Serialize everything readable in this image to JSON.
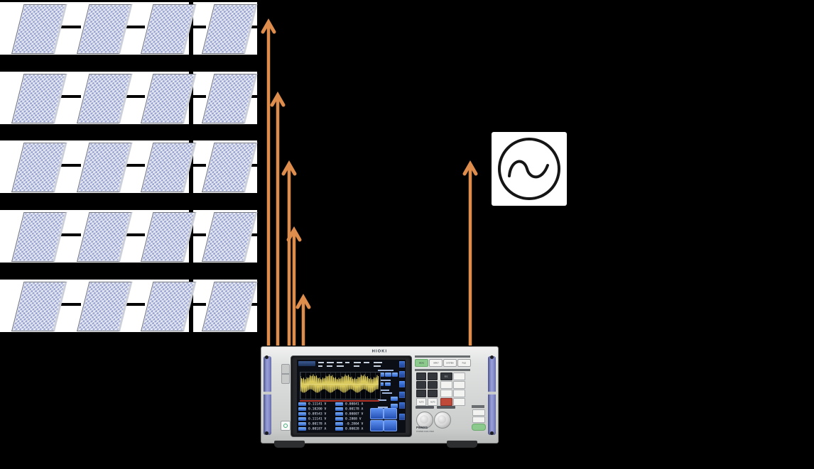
{
  "colors": {
    "background": "#000000",
    "arrow_orange": "#DF8D4D",
    "panel_fill": "#A9B2D9",
    "connection_wire": "#000000",
    "string_box": "#FFFFFF",
    "chassis_gray": "#D7D9D8",
    "rail_blue": "#8087C8",
    "waveform_yellow": "#D9C85C",
    "screen_chip_blue": "#4A7FE0",
    "meas_button_green": "#8CC98C"
  },
  "pv_array": {
    "rows": 5,
    "panels_per_row": 4,
    "description": "solar-panel strings"
  },
  "arrows": {
    "count": 6,
    "meaning": "measurement channels to power analyzer"
  },
  "ac_source": {
    "symbol": "sine-wave-in-circle"
  },
  "analyzer": {
    "brand": "HIOKI",
    "model": "PW6001",
    "subtitle": "POWER ANALYZER",
    "top_buttons": [
      "MEAS",
      "INPUT",
      "SYSTEM",
      "FILE"
    ],
    "esc_label": "ESC",
    "auto_labels": [
      "AUTO",
      "AUTO"
    ],
    "screen": {
      "left_values": [
        "0.11141 V",
        "0.10200 V",
        "0.09543 V",
        "0.11141 V",
        "0.00178 A",
        "0.00187 A"
      ],
      "right_values": [
        "0.00041 A",
        "0.00178 A",
        "0.00007 V",
        "0.2808 V",
        "-0.2804 V",
        "0.00028 A"
      ]
    }
  }
}
